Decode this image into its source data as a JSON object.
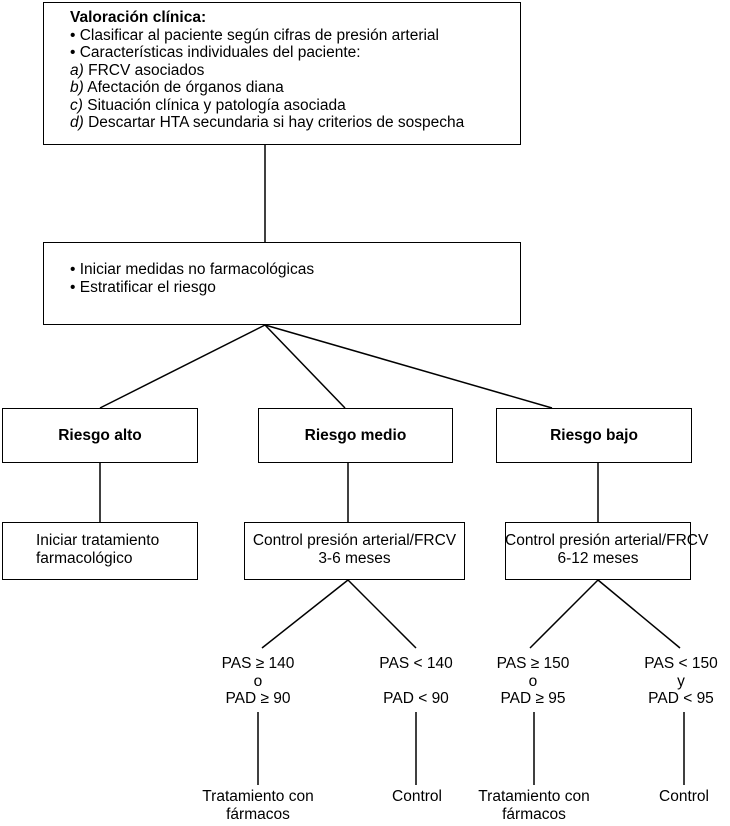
{
  "assessment": {
    "title": "Valoración clínica:",
    "bullets": [
      "• Clasificar al paciente según cifras de presión arterial",
      "• Características individuales del paciente:"
    ],
    "items": [
      {
        "prefix": "a)",
        "text": " FRCV asociados"
      },
      {
        "prefix": "b)",
        "text": " Afectación de órganos diana"
      },
      {
        "prefix": "c)",
        "text": " Situación clínica y patología asociada"
      },
      {
        "prefix": "d)",
        "text": " Descartar HTA secundaria si hay criterios de sospecha"
      }
    ]
  },
  "initial": {
    "bullets": [
      "• Iniciar medidas no farmacológicas",
      "• Estratificar el riesgo"
    ]
  },
  "risk": {
    "high": "Riesgo alto",
    "medium": "Riesgo medio",
    "low": "Riesgo bajo"
  },
  "actions": {
    "high": [
      "Iniciar tratamiento",
      "farmacológico"
    ],
    "medium": [
      "Control presión arterial/FRCV",
      "3-6 meses"
    ],
    "low": [
      "Control presión arterial/FRCV",
      "6-12 meses"
    ]
  },
  "criteria": {
    "medium_treat": [
      "PAS ≥ 140",
      "o",
      "PAD ≥ 90"
    ],
    "medium_control": [
      "PAS < 140",
      "",
      "PAD < 90"
    ],
    "low_treat": [
      "PAS ≥ 150",
      "o",
      "PAD ≥ 95"
    ],
    "low_control": [
      "PAS < 150",
      "y",
      "PAD < 95"
    ]
  },
  "outcomes": {
    "medium_treat": [
      "Tratamiento con",
      "fármacos"
    ],
    "medium_control": "Control",
    "low_treat": [
      "Tratamiento con",
      "fármacos"
    ],
    "low_control": "Control"
  }
}
